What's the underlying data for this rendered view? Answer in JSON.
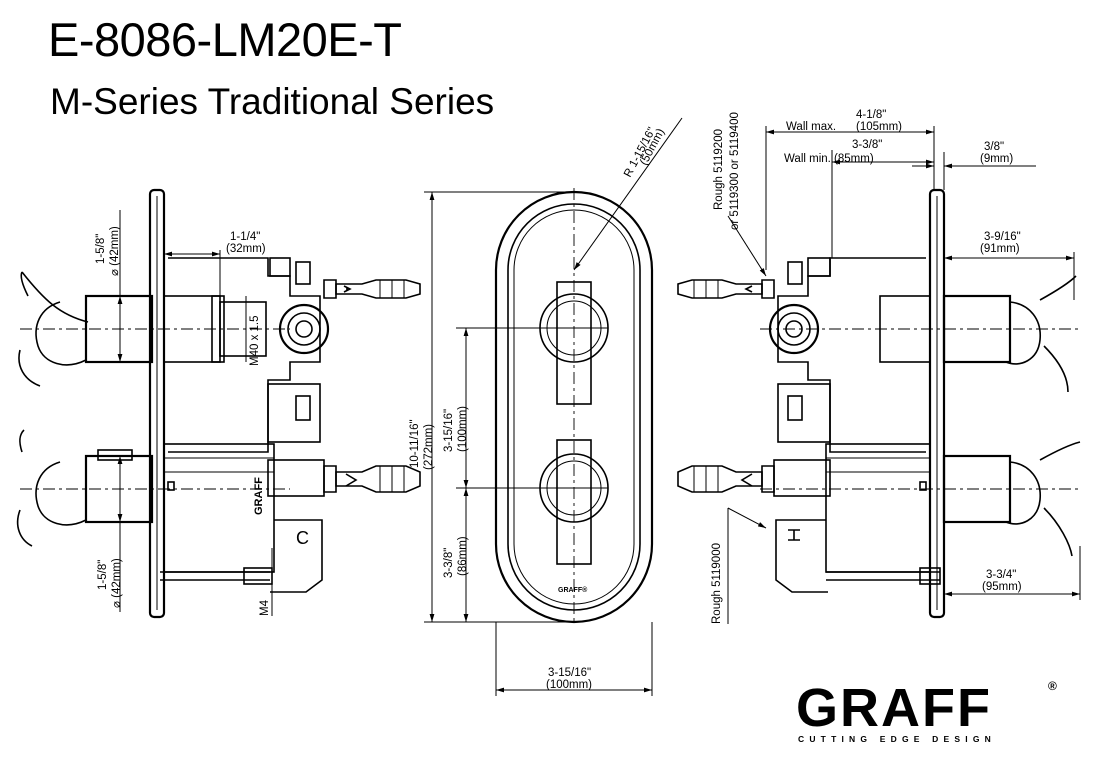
{
  "header": {
    "model": "E-8086-LM20E-T",
    "series": "M-Series Traditional Series"
  },
  "left_view": {
    "dim_top_diameter": "1-5/8\"",
    "dim_top_diameter_mm": "⌀ (42mm)",
    "dim_bottom_diameter": "1-5/8\"",
    "dim_bottom_diameter_mm": "⌀ (42mm)",
    "dim_depth": "1-1/4\"",
    "dim_depth_mm": "(32mm)",
    "thread_label": "M40 x 1.5",
    "screw_label": "M4",
    "body_mark": "GRAFF",
    "body_mark_c": "C"
  },
  "front_view": {
    "dim_radius": "R 1-15/16\"",
    "dim_radius_mm": "(50mm)",
    "dim_height": "10-11/16\"",
    "dim_height_mm": "(272mm)",
    "dim_spacing": "3-15/16\"",
    "dim_spacing_mm": "(100mm)",
    "dim_lower": "3-3/8\"",
    "dim_lower_mm": "(86mm)",
    "dim_width": "3-15/16\"",
    "dim_width_mm": "(100mm)",
    "plate_mark": "GRAFF®"
  },
  "right_view": {
    "rough_top_1": "Rough 5119200",
    "rough_top_2": "or 5119300 or 5119400",
    "rough_bottom": "Rough 5119000",
    "wall_max_in": "4-1/8\"",
    "wall_max_label": "Wall max.",
    "wall_max_mm": "(105mm)",
    "wall_min_in": "3-3/8\"",
    "wall_min_label": "Wall min. (85mm)",
    "dim_plate_in": "3/8\"",
    "dim_plate_mm": "(9mm)",
    "dim_top_handle": "3-9/16\"",
    "dim_top_handle_mm": "(91mm)",
    "dim_bottom_handle": "3-3/4\"",
    "dim_bottom_handle_mm": "(95mm)"
  },
  "logo": {
    "name": "GRAFF",
    "registered": "®",
    "tagline": "CUTTING EDGE DESIGN"
  }
}
